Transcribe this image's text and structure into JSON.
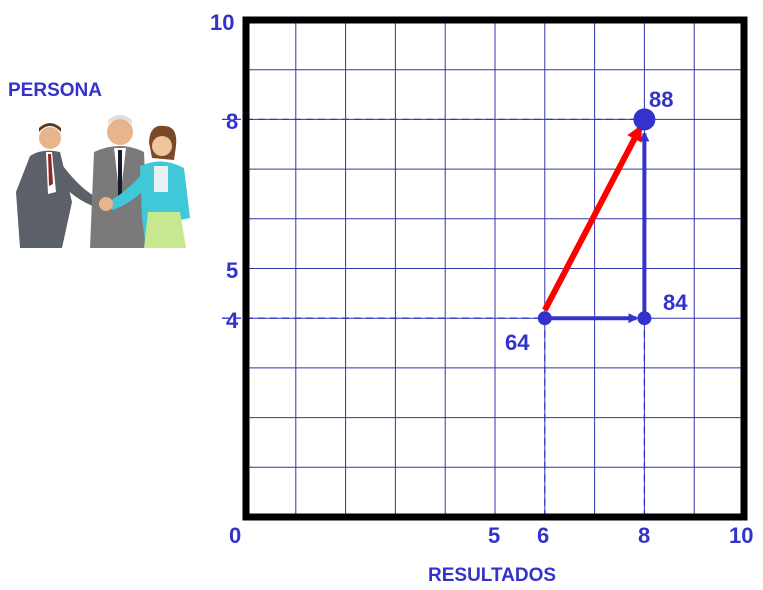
{
  "y_axis_label": "PERSONA",
  "x_axis_label": "RESULTADOS",
  "x_ticks": [
    "0",
    "5",
    "6",
    "8",
    "10"
  ],
  "y_ticks": [
    "10",
    "8",
    "5",
    "4"
  ],
  "points": [
    {
      "label": "64",
      "x": 6,
      "y": 4
    },
    {
      "label": "84",
      "x": 8,
      "y": 4
    },
    {
      "label": "88",
      "x": 8,
      "y": 8
    }
  ],
  "colors": {
    "axis_text": "#3333cc",
    "grid": "#3333aa",
    "arrow_blue": "#3333cc",
    "arrow_red": "#ff0000",
    "frame": "#000000"
  },
  "image": {
    "icon": "business-people-handshake-icon"
  }
}
